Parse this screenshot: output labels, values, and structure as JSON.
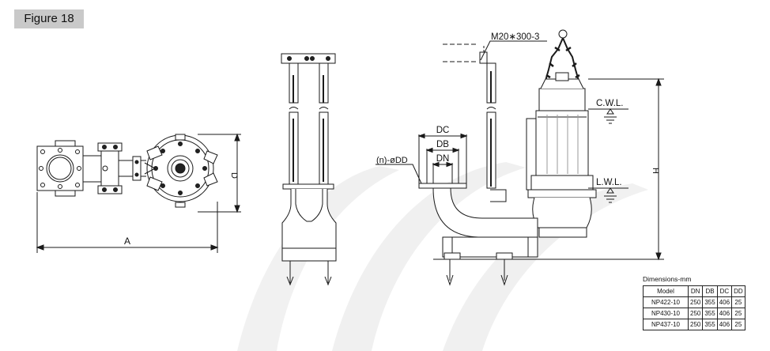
{
  "figure_label": "Figure 18",
  "labels": {
    "dim_a": "A",
    "dim_d": "D",
    "dim_h": "H",
    "dim_dc": "DC",
    "dim_db": "DB",
    "dim_dn": "DN",
    "bolt_holes": "(n)-øDD",
    "anchor_bolt": "M20∗300-3",
    "cwl": "C.W.L.",
    "lwl": "L.W.L."
  },
  "dimensions_table": {
    "title": "Dimensions-mm",
    "headers": [
      "Model",
      "DN",
      "DB",
      "DC",
      "DD"
    ],
    "rows": [
      [
        "NP422-10",
        "250",
        "355",
        "406",
        "25"
      ],
      [
        "NP430-10",
        "250",
        "355",
        "406",
        "25"
      ],
      [
        "NP437-10",
        "250",
        "355",
        "406",
        "25"
      ]
    ]
  }
}
